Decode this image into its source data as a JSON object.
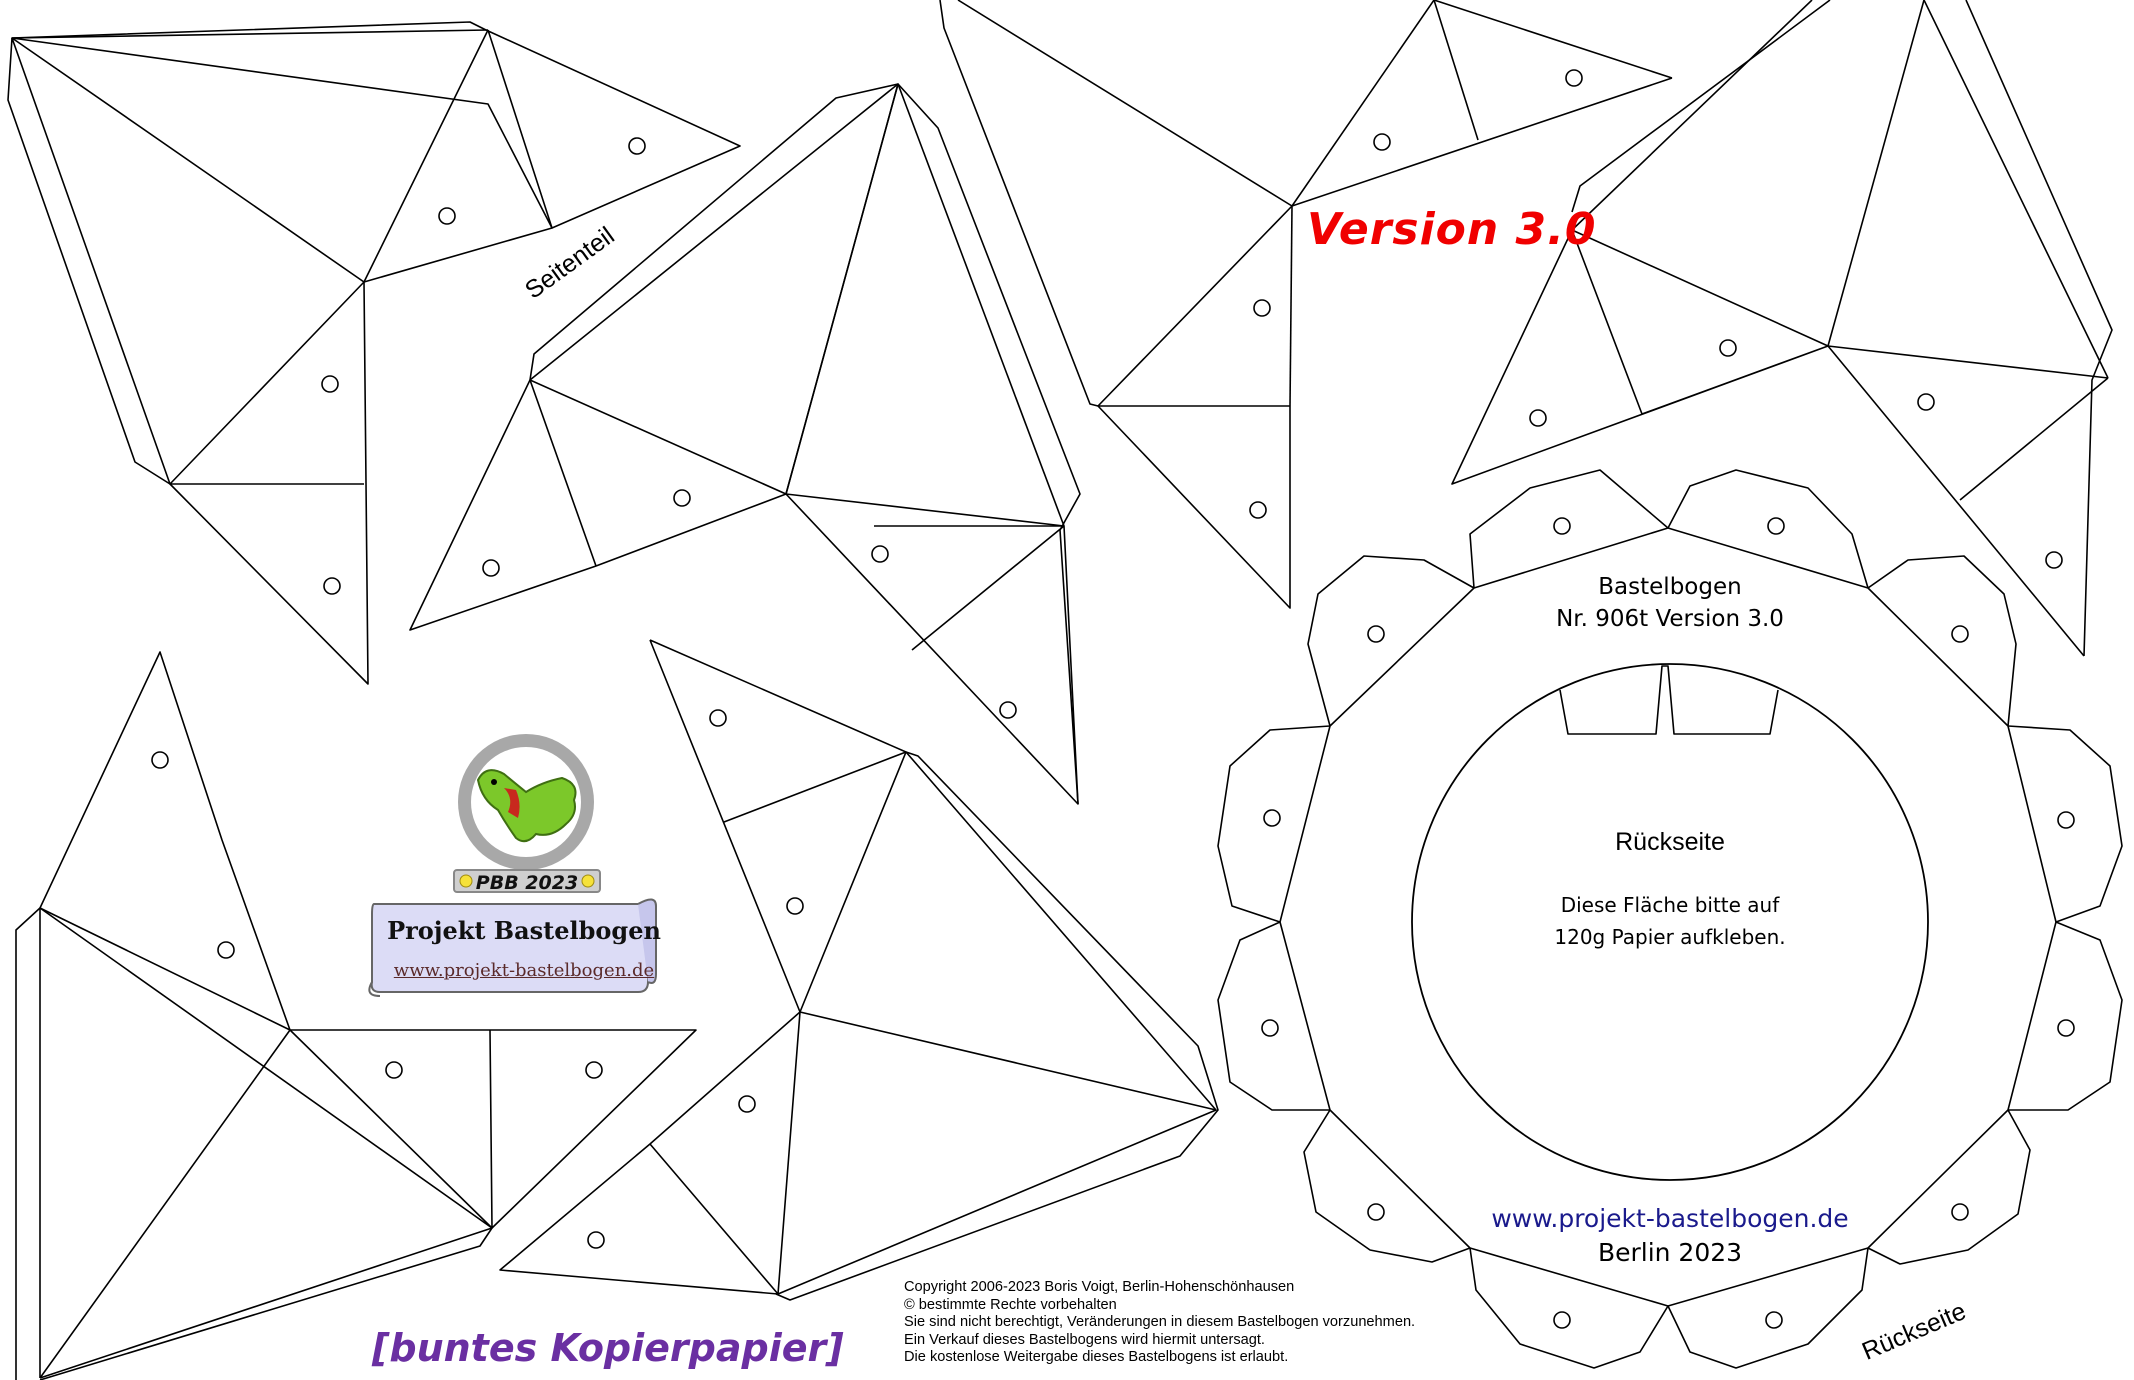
{
  "texts": {
    "version": "Version 3.0",
    "seitenteil": "Seitenteil",
    "bastelbogen_line1": "Bastelbogen",
    "bastelbogen_line2": "Nr. 906t Version 3.0",
    "rueckseite": "Rückseite",
    "note_line1": "Diese Fläche bitte auf",
    "note_line2": "120g Papier aufkleben.",
    "website": "www.projekt-bastelbogen.de",
    "berlin": "Berlin 2023",
    "rueckseite_tab": "Rückseite",
    "buntes": "[buntes Kopierpapier]"
  },
  "copyright": [
    "Copyright  2006-2023 Boris Voigt, Berlin-Hohenschönhausen",
    "© bestimmte Rechte vorbehalten",
    "Sie sind nicht berechtigt, Veränderungen in diesem Bastelbogen vorzunehmen.",
    "Ein Verkauf dieses Bastelbogens wird hiermit untersagt.",
    "Die kostenlose Weitergabe dieses Bastelbogens ist erlaubt."
  ],
  "logo": {
    "badge": "PBB 2023",
    "title": "Projekt Bastelbogen",
    "url": "www.projekt-bastelbogen.de"
  },
  "colors": {
    "version": "#f00000",
    "buntes": "#6a2fa2",
    "website": "#1a1a8c"
  }
}
